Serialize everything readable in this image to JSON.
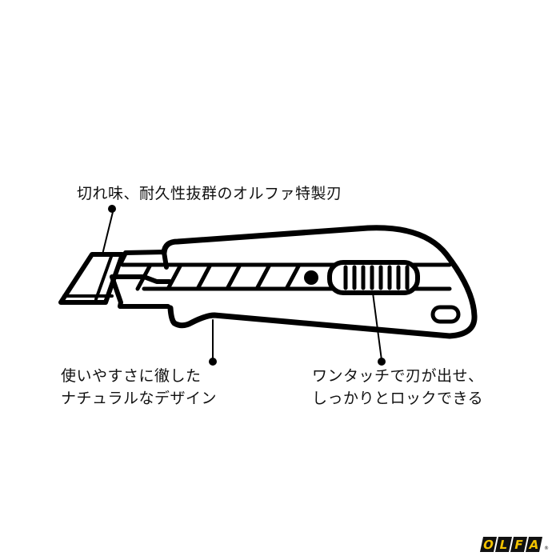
{
  "callouts": {
    "blade": "切れ味、耐久性抜群のオルファ特製刃",
    "design": {
      "line1": "使いやすさに徹した",
      "line2": "ナチュラルなデザイン"
    },
    "lock": {
      "line1": "ワンタッチで刃が出せ、",
      "line2": "しっかりとロックできる"
    }
  },
  "illustration": {
    "subject": "utility-cutter-knife",
    "stroke_color": "#000000",
    "background": "#ffffff"
  },
  "logo": {
    "letters": [
      "O",
      "L",
      "F",
      "A"
    ],
    "registered_mark": "®",
    "tile_color": "#111111",
    "letter_color": "#f5c400"
  }
}
